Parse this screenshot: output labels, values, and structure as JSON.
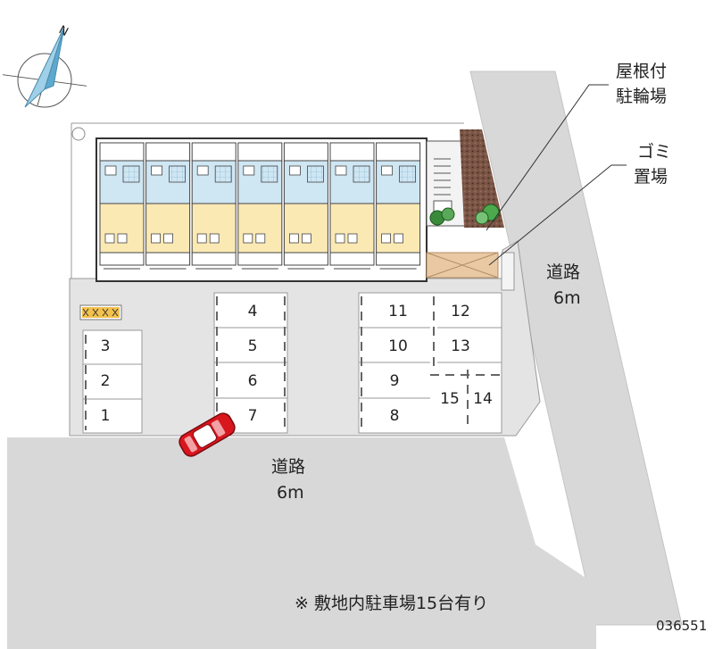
{
  "labels": {
    "bike_parking": [
      "屋根付",
      "駐輪場"
    ],
    "garbage": [
      "ゴミ",
      "置場"
    ],
    "road_right": [
      "道路",
      "6m"
    ],
    "road_bottom": [
      "道路",
      "6m"
    ],
    "note": "※ 敷地内駐車場15台有り",
    "property_code": "036551",
    "compass_north": "N"
  },
  "parking": [
    "1",
    "2",
    "3",
    "4",
    "5",
    "6",
    "7",
    "8",
    "9",
    "10",
    "11",
    "12",
    "13",
    "14",
    "15"
  ],
  "colors": {
    "road": "#d8d8d8",
    "lot": "#e4e4e4",
    "building_wet": "#cfe6f3",
    "building_room": "#fbe9b4",
    "garbage_area": "#e8c9a4",
    "planting": "#6e4a3a",
    "car": "#d8161e",
    "compass": "#9fd0e8"
  }
}
